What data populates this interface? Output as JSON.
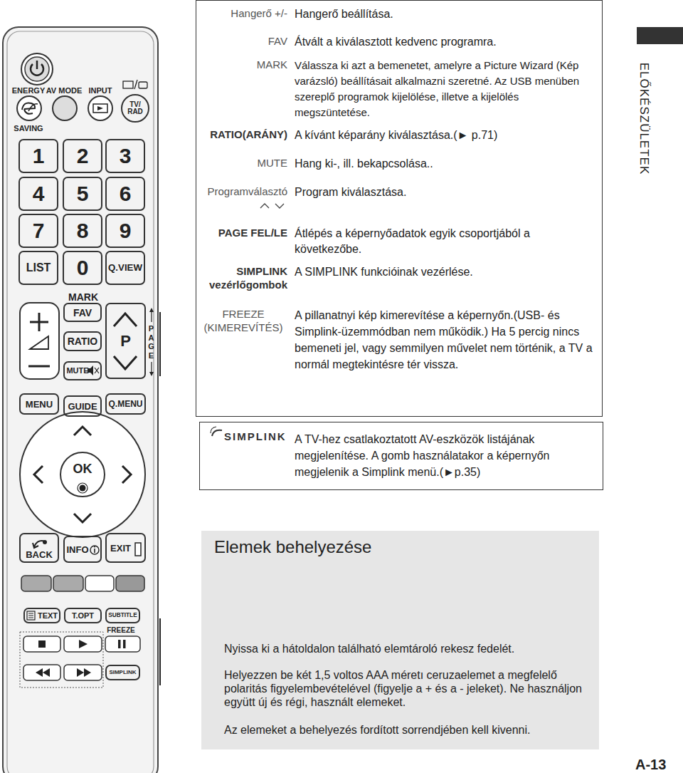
{
  "diagram": {
    "nodes": [
      {
        "text": [
          "TV/ RAD"
        ]
      },
      {
        "text": [
          "1"
        ]
      },
      {
        "text": [
          "2"
        ]
      },
      {
        "text": [
          "3"
        ]
      },
      {
        "text": [
          "4"
        ]
      },
      {
        "text": [
          "5"
        ]
      },
      {
        "text": [
          "6"
        ]
      },
      {
        "text": [
          "7"
        ]
      },
      {
        "text": [
          "8"
        ]
      },
      {
        "text": [
          "9"
        ]
      },
      {
        "text": [
          "LIST"
        ]
      },
      {
        "text": [
          "0"
        ]
      },
      {
        "text": [
          "Q.VIEW"
        ]
      },
      {
        "text": [
          "FAV"
        ]
      },
      {
        "text": [
          "RATIO"
        ]
      },
      {
        "text": [
          "MUTE"
        ]
      },
      {
        "text": [
          "P"
        ]
      },
      {
        "text": [
          "MENU"
        ]
      },
      {
        "text": [
          "GUIDE"
        ]
      },
      {
        "text": [
          "Q.MENU"
        ]
      },
      {
        "text": [
          "OK"
        ]
      },
      {
        "text": [
          "BACK"
        ]
      },
      {
        "text": [
          "INFO"
        ]
      },
      {
        "text": [
          "EXIT"
        ]
      },
      {
        "text": [
          "TEXT"
        ]
      },
      {
        "text": [
          "T.OPT"
        ]
      },
      {
        "text": [
          "SUBTITLE"
        ]
      },
      {
        "text": [
          "SIMPLINK"
        ]
      },
      {
        "text": [
          "Hangerő +/-",
          "Hangerő beállítása.",
          "FAV",
          "Átvált a kiválasztott kedvenc programra.",
          "MARK",
          "Válassza ki azt a bemenetet, amelyre a Picture Wizard (Kép varázsló) beállításait alkalmazni szeretné. Az USB menüben szereplő programok kijelölése, illetve a kijelölés megszüntetése.",
          "RATIO(ARÁNY)",
          "A kívánt képarány kiválasztása.(► p.71)",
          "MUTE",
          "Hang ki-, ill. bekapcsolása..",
          "Programválasztó",
          "Program kiválasztása.",
          "PAGE FEL/LE",
          "Átlépés a képernyőadatok egyik csoportjából a következőbe.",
          "SIMPLINK vezérlőgombok",
          "A SIMPLINK funkcióinak vezérlése.",
          "FREEZE (KIMEREVÍTÉS)",
          "A pillanatnyi kép kimerevítése a képernyőn.(USB- és Simplink-üzemmódban nem működik.) Ha 5 percig nincs bemeneti jel, vagy semmilyen művelet nem történik, a TV a normál megtekintésre tér vissza."
        ]
      },
      {
        "text": [
          "SIMPLINK",
          "A TV-hez csatlakoztatott AV-eszközök listájának megjelenítése. A gomb használatakor a képernyőn megjelenik a Simplink menü.(►p.35)"
        ]
      },
      {
        "text": [
          "Elemek behelyezése",
          "Nyissa ki a hátoldalon található elemtároló rekesz fedelét.",
          "Helyezzen be két 1,5 voltos AAA méretı ceruzaelemet a megfelelő polaritás figyelembevételével (figyelje a + és a - jeleket). Ne használjon együtt új és régi, használt elemeket.",
          "Az elemeket a behelyezés fordított sorrendjében kell kivenni."
        ]
      }
    ],
    "labels": [
      "ENERGY",
      "AV MODE",
      "INPUT",
      "SAVING",
      "MARK",
      "PAGE",
      "FREEZE",
      "ELŐKÉSZÜLETEK",
      "A-13"
    ]
  }
}
